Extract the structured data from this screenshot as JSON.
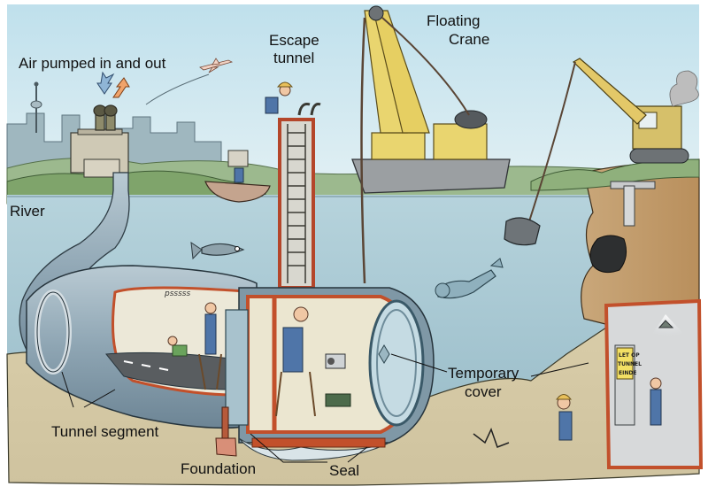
{
  "illustration": {
    "subject": "Immersed tube tunnel construction under a river",
    "labels": {
      "air": "Air pumped in and out",
      "escape_line1": "Escape",
      "escape_line2": "tunnel",
      "crane_line1": "Floating",
      "crane_line2": "Crane",
      "river": "River",
      "tunnel_segment": "Tunnel segment",
      "foundation": "Foundation",
      "seal": "Seal",
      "temporary_line1": "Temporary",
      "temporary_line2": "cover"
    },
    "sign": {
      "line1": "LET OP",
      "line2": "TUNNEL",
      "line3": "EINDE"
    },
    "sound_effect": "psssss",
    "colors": {
      "sky": "#cfe6ef",
      "water": "#a9c9d3",
      "ground": "#d8ccaa",
      "tube_steel": "#8fa7b5",
      "rust_red": "#c2502b",
      "crane_yellow": "#e9d56f",
      "barge_gray": "#9b9fa2",
      "grass": "#7fa46b",
      "worker_blue": "#4f75a8"
    }
  }
}
